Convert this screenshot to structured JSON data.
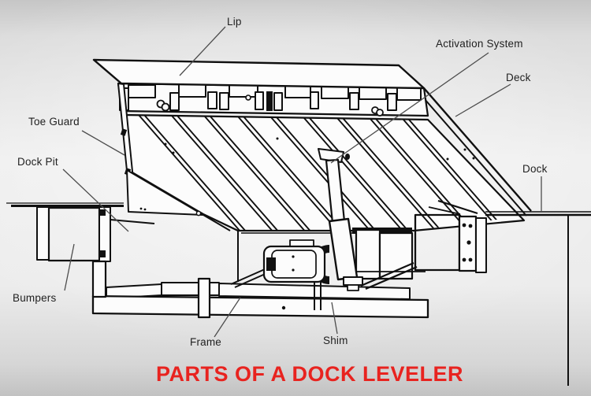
{
  "title": {
    "text": "PARTS OF A DOCK LEVELER"
  },
  "diagram": {
    "description": "Exploded side view line drawing of a dock leveler installed in a dock pit",
    "labels": [
      {
        "id": "lip",
        "text": "Lip"
      },
      {
        "id": "activation-system",
        "text": "Activation System"
      },
      {
        "id": "deck",
        "text": "Deck"
      },
      {
        "id": "dock",
        "text": "Dock"
      },
      {
        "id": "toe-guard",
        "text": "Toe Guard"
      },
      {
        "id": "dock-pit",
        "text": "Dock Pit"
      },
      {
        "id": "bumpers",
        "text": "Bumpers"
      },
      {
        "id": "frame",
        "text": "Frame"
      },
      {
        "id": "shim",
        "text": "Shim"
      }
    ]
  },
  "colors": {
    "title_red": "#e8231f",
    "label_text": "#1f1f1f",
    "line_ink": "#101010",
    "leader_gray": "#4d4d4d",
    "background": "#e9e9e9"
  }
}
